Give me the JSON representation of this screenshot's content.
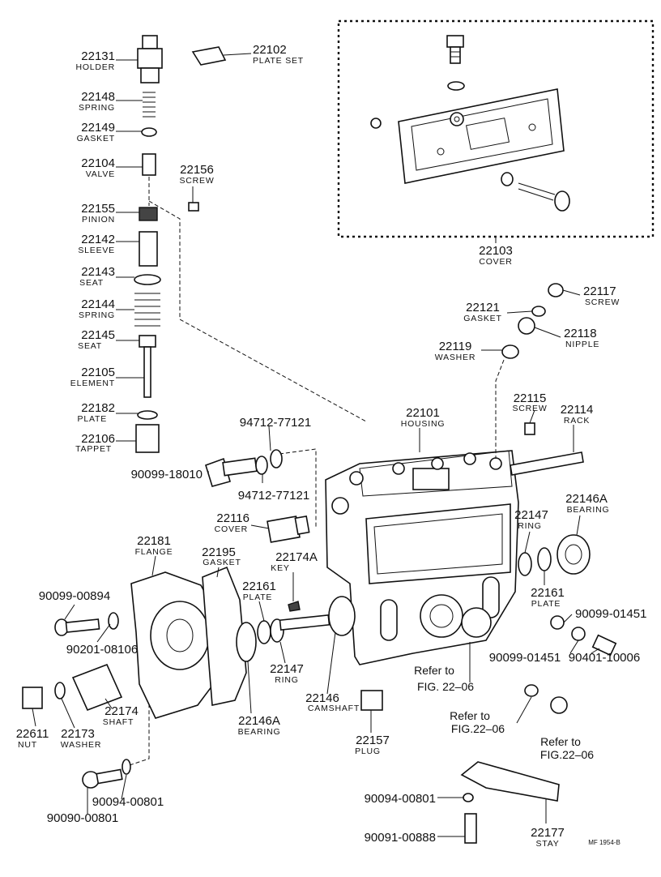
{
  "diagram": {
    "drawing_code": "MF 1954-B",
    "parts": [
      {
        "id": "p22131",
        "no": "22131",
        "name": "HOLDER"
      },
      {
        "id": "p22102",
        "no": "22102",
        "name": "PLATE SET"
      },
      {
        "id": "p22148",
        "no": "22148",
        "name": "SPRING"
      },
      {
        "id": "p22149",
        "no": "22149",
        "name": "GASKET"
      },
      {
        "id": "p22104",
        "no": "22104",
        "name": "VALVE"
      },
      {
        "id": "p22156",
        "no": "22156",
        "name": "SCREW"
      },
      {
        "id": "p22155",
        "no": "22155",
        "name": "PINION"
      },
      {
        "id": "p22142",
        "no": "22142",
        "name": "SLEEVE"
      },
      {
        "id": "p22143",
        "no": "22143",
        "name": "SEAT"
      },
      {
        "id": "p22144",
        "no": "22144",
        "name": "SPRING"
      },
      {
        "id": "p22145",
        "no": "22145",
        "name": "SEAT"
      },
      {
        "id": "p22105",
        "no": "22105",
        "name": "ELEMENT"
      },
      {
        "id": "p22182",
        "no": "22182",
        "name": "PLATE"
      },
      {
        "id": "p22106",
        "no": "22106",
        "name": "TAPPET"
      },
      {
        "id": "p22103",
        "no": "22103",
        "name": "COVER"
      },
      {
        "id": "p22117",
        "no": "22117",
        "name": "SCREW"
      },
      {
        "id": "p22121",
        "no": "22121",
        "name": "GASKET"
      },
      {
        "id": "p22118",
        "no": "22118",
        "name": "NIPPLE"
      },
      {
        "id": "p22119",
        "no": "22119",
        "name": "WASHER"
      },
      {
        "id": "p22115",
        "no": "22115",
        "name": "SCREW"
      },
      {
        "id": "p22114",
        "no": "22114",
        "name": "RACK"
      },
      {
        "id": "p22101",
        "no": "22101",
        "name": "HOUSING"
      },
      {
        "id": "p94712a",
        "no": "94712-77121",
        "name": ""
      },
      {
        "id": "p90099_18010",
        "no": "90099-18010",
        "name": ""
      },
      {
        "id": "p94712b",
        "no": "94712-77121",
        "name": ""
      },
      {
        "id": "p22116",
        "no": "22116",
        "name": "COVER"
      },
      {
        "id": "p22146Aa",
        "no": "22146A",
        "name": "BEARING"
      },
      {
        "id": "p22147a",
        "no": "22147",
        "name": "RING"
      },
      {
        "id": "p22181",
        "no": "22181",
        "name": "FLANGE"
      },
      {
        "id": "p22195",
        "no": "22195",
        "name": "GASKET"
      },
      {
        "id": "p22174A",
        "no": "22174A",
        "name": "KEY"
      },
      {
        "id": "p22161a",
        "no": "22161",
        "name": "PLATE"
      },
      {
        "id": "p22161b",
        "no": "22161",
        "name": "PLATE"
      },
      {
        "id": "p90099_00894",
        "no": "90099-00894",
        "name": ""
      },
      {
        "id": "p90099_01451a",
        "no": "90099-01451",
        "name": ""
      },
      {
        "id": "p90201_08106",
        "no": "90201-08106",
        "name": ""
      },
      {
        "id": "p22147b",
        "no": "22147",
        "name": "RING"
      },
      {
        "id": "p90099_01451b",
        "no": "90099-01451",
        "name": ""
      },
      {
        "id": "p90401_10006",
        "no": "90401-10006",
        "name": ""
      },
      {
        "id": "p22174",
        "no": "22174",
        "name": "SHAFT"
      },
      {
        "id": "p22146",
        "no": "22146",
        "name": "CAMSHAFT"
      },
      {
        "id": "p22611",
        "no": "22611",
        "name": "NUT"
      },
      {
        "id": "p22173",
        "no": "22173",
        "name": "WASHER"
      },
      {
        "id": "p22146Ab",
        "no": "22146A",
        "name": "BEARING"
      },
      {
        "id": "p22157",
        "no": "22157",
        "name": "PLUG"
      },
      {
        "id": "p90094_00801a",
        "no": "90094-00801",
        "name": ""
      },
      {
        "id": "p90090_00801",
        "no": "90090-00801",
        "name": ""
      },
      {
        "id": "p90094_00801b",
        "no": "90094-00801",
        "name": ""
      },
      {
        "id": "p90091_00888",
        "no": "90091-00888",
        "name": ""
      },
      {
        "id": "p22177",
        "no": "22177",
        "name": "STAY"
      }
    ],
    "references": [
      {
        "id": "ref1",
        "lines": [
          "Refer to",
          "FIG. 22–06"
        ]
      },
      {
        "id": "ref2",
        "lines": [
          "Refer to",
          "FIG.22–06"
        ]
      },
      {
        "id": "ref3",
        "lines": [
          "Refer to",
          "FIG.22–06"
        ]
      }
    ]
  }
}
